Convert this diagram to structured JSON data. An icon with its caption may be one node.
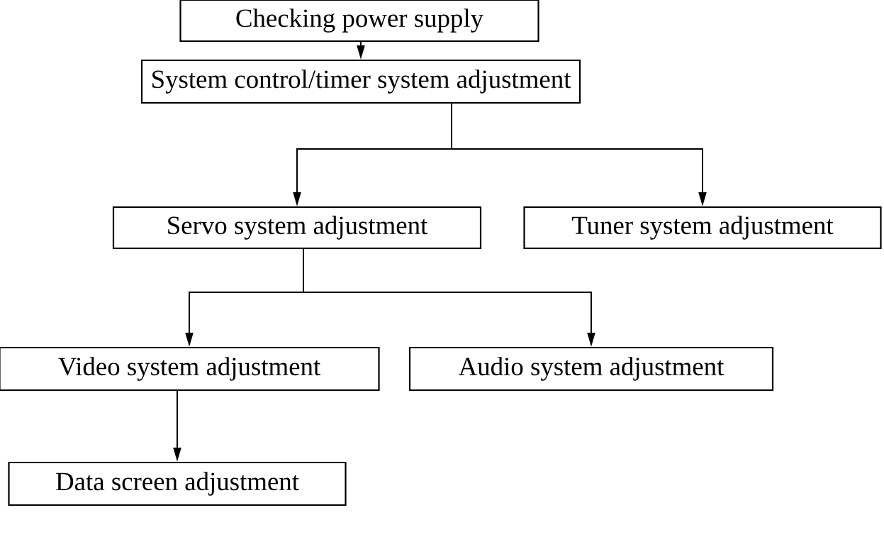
{
  "diagram": {
    "nodes": [
      {
        "text": [
          "Checking power supply"
        ]
      },
      {
        "text": [
          "System control/timer system adjustment"
        ]
      },
      {
        "text": [
          "Servo system adjustment"
        ]
      },
      {
        "text": [
          "Tuner system adjustment"
        ]
      },
      {
        "text": [
          "Video system adjustment"
        ]
      },
      {
        "text": [
          "Audio system adjustment"
        ]
      },
      {
        "text": [
          "Data screen adjustment"
        ]
      }
    ],
    "edges": [
      {
        "from": 0,
        "to": 1,
        "arrow": "to"
      },
      {
        "from": 1,
        "to": 2,
        "arrow": "to"
      },
      {
        "from": 1,
        "to": 3,
        "arrow": "to"
      },
      {
        "from": 2,
        "to": 4,
        "arrow": "to"
      },
      {
        "from": 2,
        "to": 5,
        "arrow": "to"
      },
      {
        "from": 4,
        "to": 6,
        "arrow": "to"
      }
    ]
  }
}
